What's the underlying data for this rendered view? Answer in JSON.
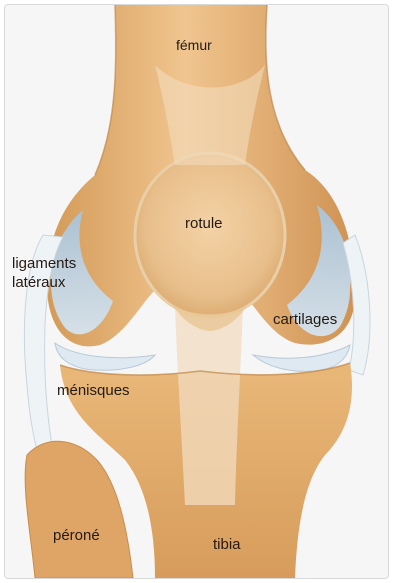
{
  "labels": {
    "femur": "fémur",
    "rotule": "rotule",
    "ligaments_line1": "ligaments",
    "ligaments_line2": "latéraux",
    "cartilages": "cartilages",
    "menisques": "ménisques",
    "perone": "péroné",
    "tibia": "tibia"
  },
  "colors": {
    "bone": "#e8b87a",
    "bone_dark": "#c98a45",
    "cartilage": "#b9cfe0",
    "ligament": "#eef3f6",
    "background": "#f6f6f6"
  }
}
